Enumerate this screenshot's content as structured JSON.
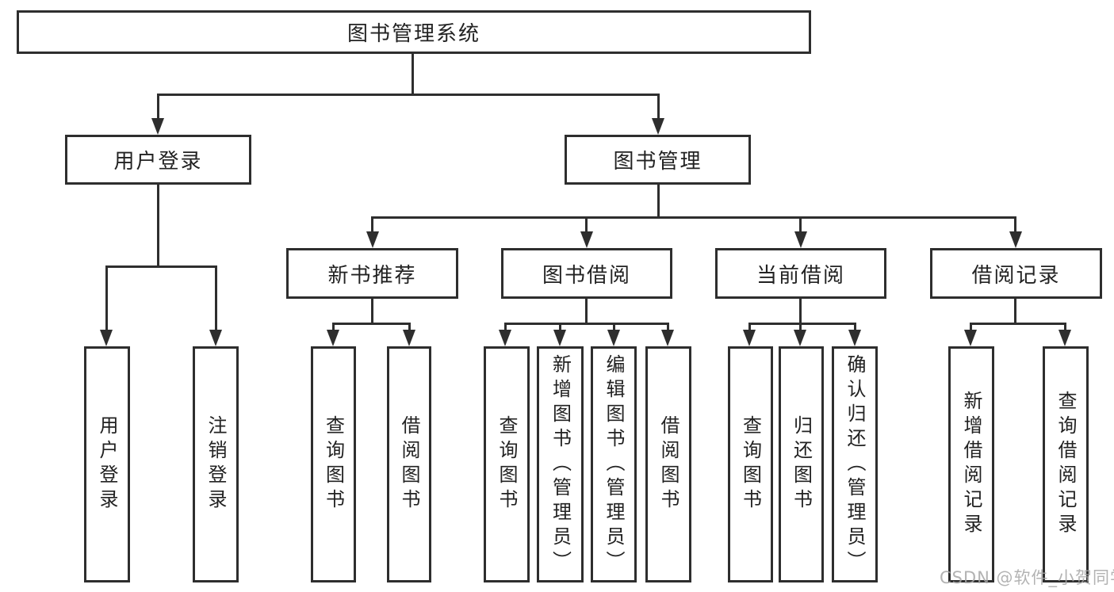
{
  "diagram": {
    "title": "图书管理系统",
    "type": "tree",
    "colors": {
      "line": "#2e2e2e",
      "box_background": "#ffffff",
      "watermark": "#a6a6a6"
    },
    "root": {
      "label": "图书管理系统"
    },
    "branches": [
      {
        "label": "用户登录",
        "children": [
          {
            "label": "用户登录"
          },
          {
            "label": "注销登录"
          }
        ]
      },
      {
        "label": "图书管理",
        "children": [
          {
            "label": "新书推荐",
            "children": [
              {
                "label": "查询图书"
              },
              {
                "label": "借阅图书"
              }
            ]
          },
          {
            "label": "图书借阅",
            "children": [
              {
                "label": "查询图书"
              },
              {
                "label": "新增图书（管理员）"
              },
              {
                "label": "编辑图书（管理员）"
              },
              {
                "label": "借阅图书"
              }
            ]
          },
          {
            "label": "当前借阅",
            "children": [
              {
                "label": "查询图书"
              },
              {
                "label": "归还图书"
              },
              {
                "label": "确认归还（管理员）"
              }
            ]
          },
          {
            "label": "借阅记录",
            "children": [
              {
                "label": "新增借阅记录"
              },
              {
                "label": "查询借阅记录"
              }
            ]
          }
        ]
      }
    ],
    "watermark": "CSDN @软件_小贺同学"
  }
}
